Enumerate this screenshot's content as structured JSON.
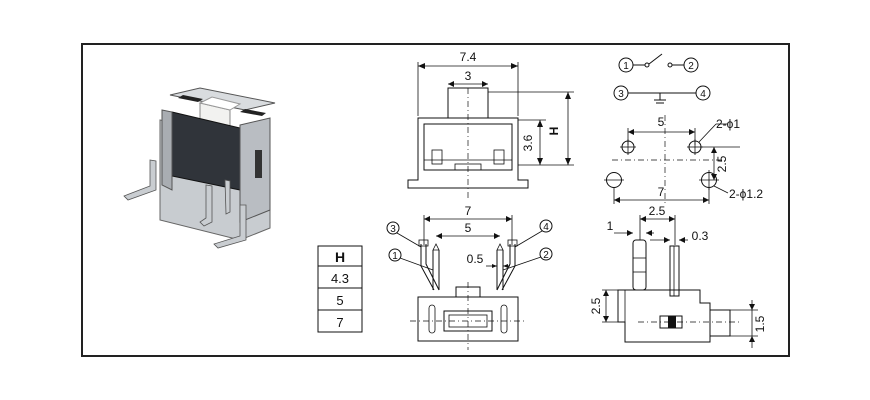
{
  "dims": {
    "top_width": "7.4",
    "top_actuator": "3",
    "top_h": "H",
    "top_36": "3.6",
    "holes_5": "5",
    "holes_7": "7",
    "holes_25": "2.5",
    "holes_phi1": "2-ϕ1",
    "holes_phi12": "2-ϕ1.2",
    "front_7": "7",
    "front_5": "5",
    "front_05": "0.5",
    "side_25_top": "2.5",
    "side_1": "1",
    "side_03": "0.3",
    "side_25_left": "2.5",
    "side_15": "1.5"
  },
  "circuit": {
    "pin1": "1",
    "pin2": "2",
    "pin3": "3",
    "pin4": "4"
  },
  "front_pins": {
    "p1": "1",
    "p2": "2",
    "p3": "3",
    "p4": "4"
  },
  "h_table": {
    "header": "H",
    "rows": [
      "4.3",
      "5",
      "7"
    ]
  }
}
